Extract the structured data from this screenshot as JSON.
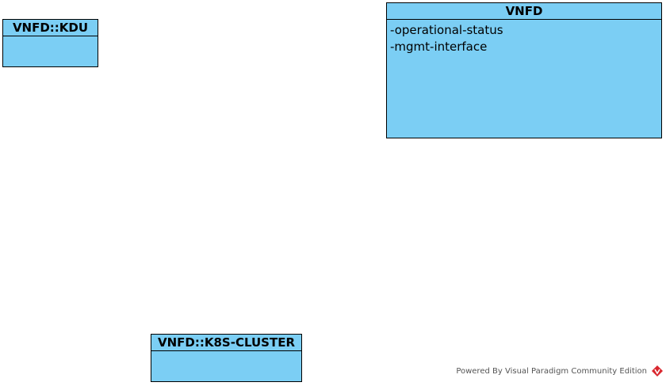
{
  "classes": {
    "kdu": {
      "name": "VNFD::KDU",
      "attributes": []
    },
    "vnfd": {
      "name": "VNFD",
      "attributes": [
        "-operational-status",
        "-mgmt-interface"
      ]
    },
    "k8s_cluster": {
      "name": "VNFD::K8S-CLUSTER",
      "attributes": []
    }
  },
  "footer": {
    "text": "Powered By Visual Paradigm Community Edition",
    "icon": "visual-paradigm-logo-icon"
  },
  "colors": {
    "class_fill": "#7bcef4",
    "border": "#000000",
    "logo_red": "#d9272e"
  }
}
